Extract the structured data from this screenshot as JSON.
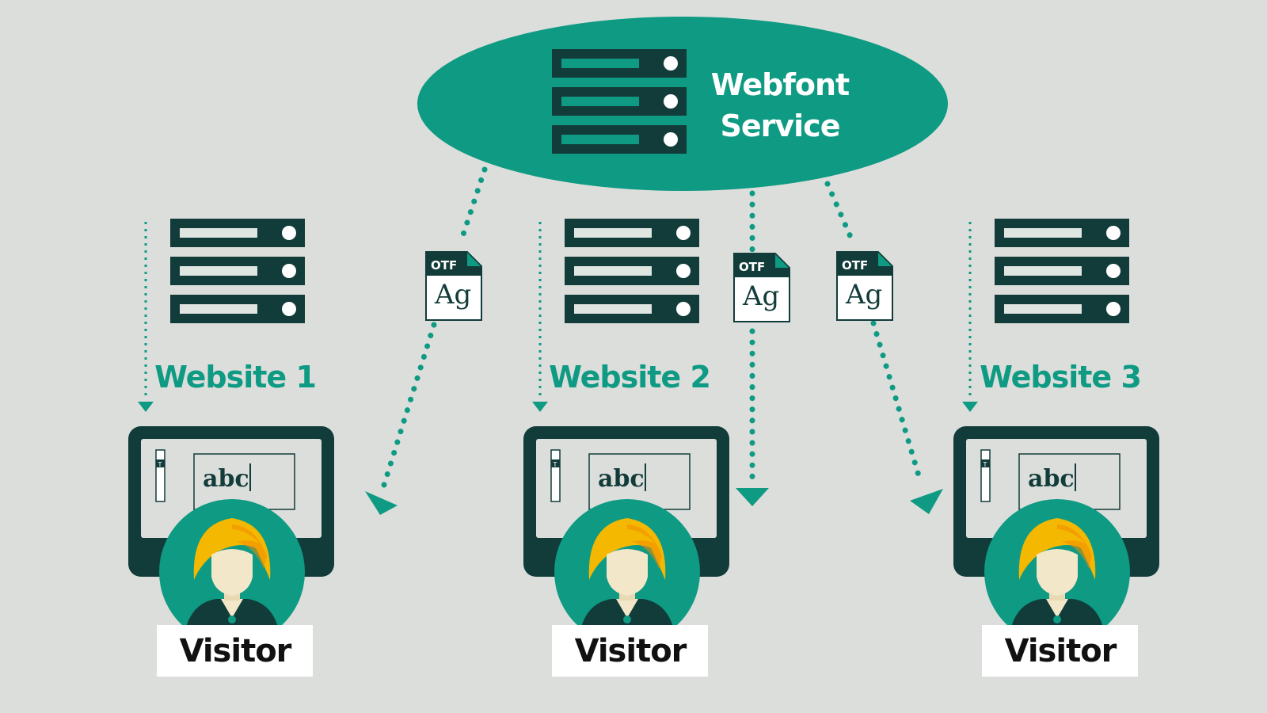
{
  "service": {
    "title_line1": "Webfont",
    "title_line2": "Service"
  },
  "websites": [
    {
      "label": "Website 1"
    },
    {
      "label": "Website 2"
    },
    {
      "label": "Website 3"
    }
  ],
  "visitors": [
    {
      "label": "Visitor",
      "editor_text": "abc",
      "toolbar_letter": "T"
    },
    {
      "label": "Visitor",
      "editor_text": "abc",
      "toolbar_letter": "T"
    },
    {
      "label": "Visitor",
      "editor_text": "abc",
      "toolbar_letter": "T"
    }
  ],
  "font_files": [
    {
      "format": "OTF",
      "sample": "Ag"
    },
    {
      "format": "OTF",
      "sample": "Ag"
    },
    {
      "format": "OTF",
      "sample": "Ag"
    }
  ],
  "colors": {
    "background": "#dcdedb",
    "green": "#0e9a83",
    "dark": "#123c3a",
    "hair": "#f5b800",
    "skin": "#f3e7c9"
  },
  "icons": [
    "server-icon",
    "monitor-icon",
    "person-icon",
    "otf-file-icon",
    "arrow-icon"
  ]
}
